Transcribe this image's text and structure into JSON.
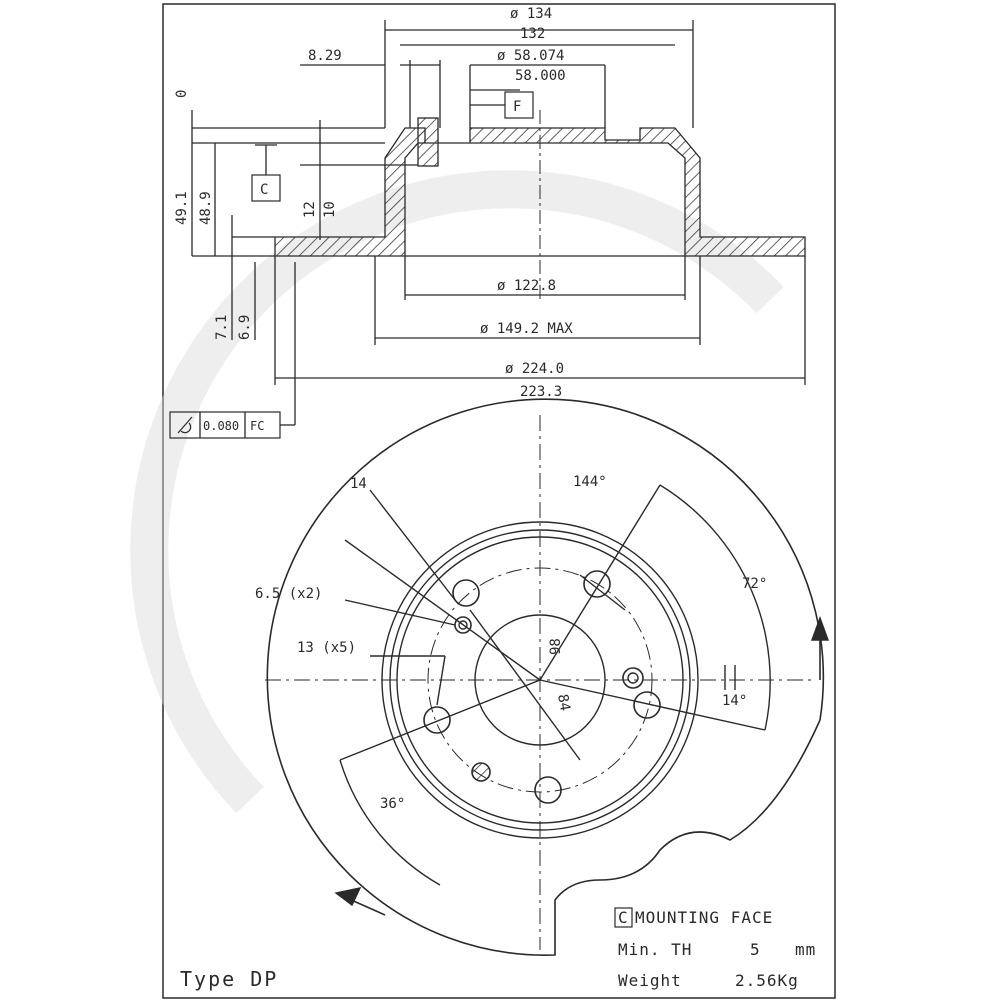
{
  "top_view": {
    "dia_134": "ø 134",
    "dim_132": "132",
    "dim_8_29": "8.29",
    "dia_58_074": "ø 58.074",
    "dim_58_000": "58.000",
    "datum_f": "F",
    "datum_c": "C",
    "dim_0": "0",
    "dim_49_1": "49.1",
    "dim_48_9": "48.9",
    "dim_12": "12",
    "dim_10": "10",
    "dim_7_1": "7.1",
    "dim_6_9": "6.9",
    "dia_122_8": "ø 122.8",
    "dia_149_2": "ø 149.2 MAX",
    "dia_224_0": "ø 224.0",
    "dim_223_3": "223.3",
    "tolerance_value": "0.080",
    "tolerance_ref": "FC"
  },
  "front_view": {
    "dim_14": "14",
    "angle_144": "144°",
    "angle_72": "72°",
    "hole_6_5": "6.5 (x2)",
    "hole_13": "13 (x5)",
    "dim_98": "98",
    "dim_84": "84",
    "angle_14": "14°",
    "angle_36": "36°"
  },
  "notes": {
    "mounting_face_letter": "C",
    "mounting_face": "MOUNTING FACE",
    "min_th_label": "Min. TH",
    "min_th_value": "5",
    "min_th_unit": "mm",
    "weight_label": "Weight",
    "weight_value": "2.56Kg",
    "type": "Type DP"
  },
  "colors": {
    "line": "#2a2a2a",
    "hatch": "#3a3a3a",
    "paper": "#ffffff",
    "watermark": "#d9d9d9"
  }
}
